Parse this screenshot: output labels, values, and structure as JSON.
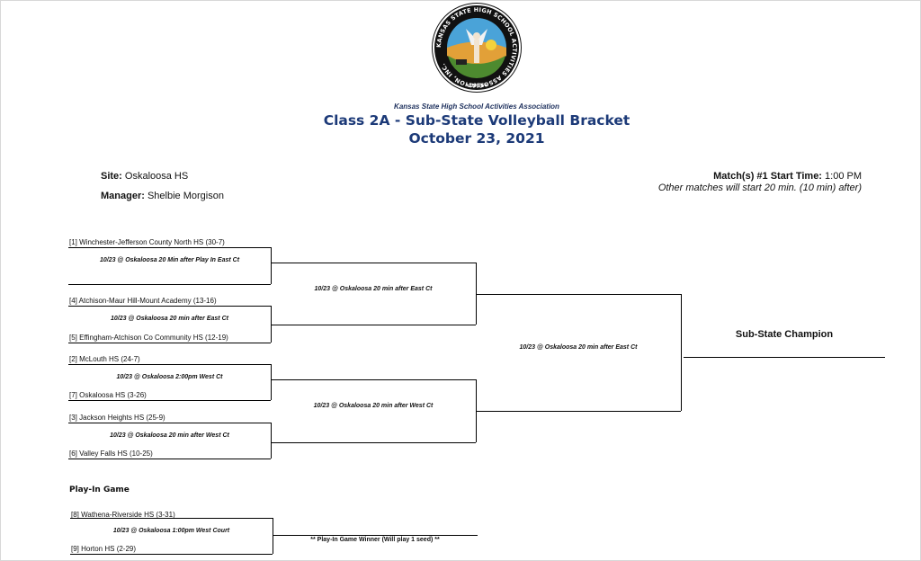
{
  "logo": {
    "ring_text": "KANSAS STATE HIGH SCHOOL ACTIVITIES ASSOCIATION, INC.",
    "year": "•1956•"
  },
  "header": {
    "association": "Kansas State High School Activities Association",
    "title": "Class 2A - Sub-State Volleyball Bracket",
    "date": "October 23, 2021"
  },
  "site": {
    "label": "Site:",
    "value": "Oskaloosa HS"
  },
  "manager": {
    "label": "Manager:",
    "value": "Shelbie Morgison"
  },
  "start_time": {
    "label": "Match(s) #1 Start Time:",
    "value": "1:00 PM",
    "note": "Other matches will start 20 min. (10 min) after)"
  },
  "teams": {
    "t1": "[1] Winchester-Jefferson County North HS (30-7)",
    "t4": "[4] Atchison-Maur Hill-Mount Academy (13-16)",
    "t5": "[5] Effingham-Atchison Co Community HS (12-19)",
    "t2": "[2] McLouth HS (24-7)",
    "t7": "[7] Oskaloosa HS (3-26)",
    "t3": "[3] Jackson Heights HS (25-9)",
    "t6": "[6] Valley Falls HS (10-25)",
    "t8": "[8] Wathena-Riverside HS (3-31)",
    "t9": "[9] Horton HS (2-29)"
  },
  "games": {
    "g1": "10/23 @ Oskaloosa 20 Min after Play In East Ct",
    "g2": "10/23 @ Oskaloosa 20 min after East Ct",
    "g3": "10/23 @ Oskaloosa 2:00pm West Ct",
    "g4": "10/23 @ Oskaloosa 20 min after West Ct",
    "semi1": "10/23 @ Oskaloosa 20 min after East Ct",
    "semi2": "10/23 @ Oskaloosa 20 min after West Ct",
    "final": "10/23 @ Oskaloosa 20 min after East Ct",
    "playin": "10/23 @ Oskaloosa 1:00pm West Court"
  },
  "champion_label": "Sub-State Champion",
  "playin_header": "Play-In Game",
  "playin_winner_note": "** Play-In Game Winner (Will play 1 seed) **"
}
